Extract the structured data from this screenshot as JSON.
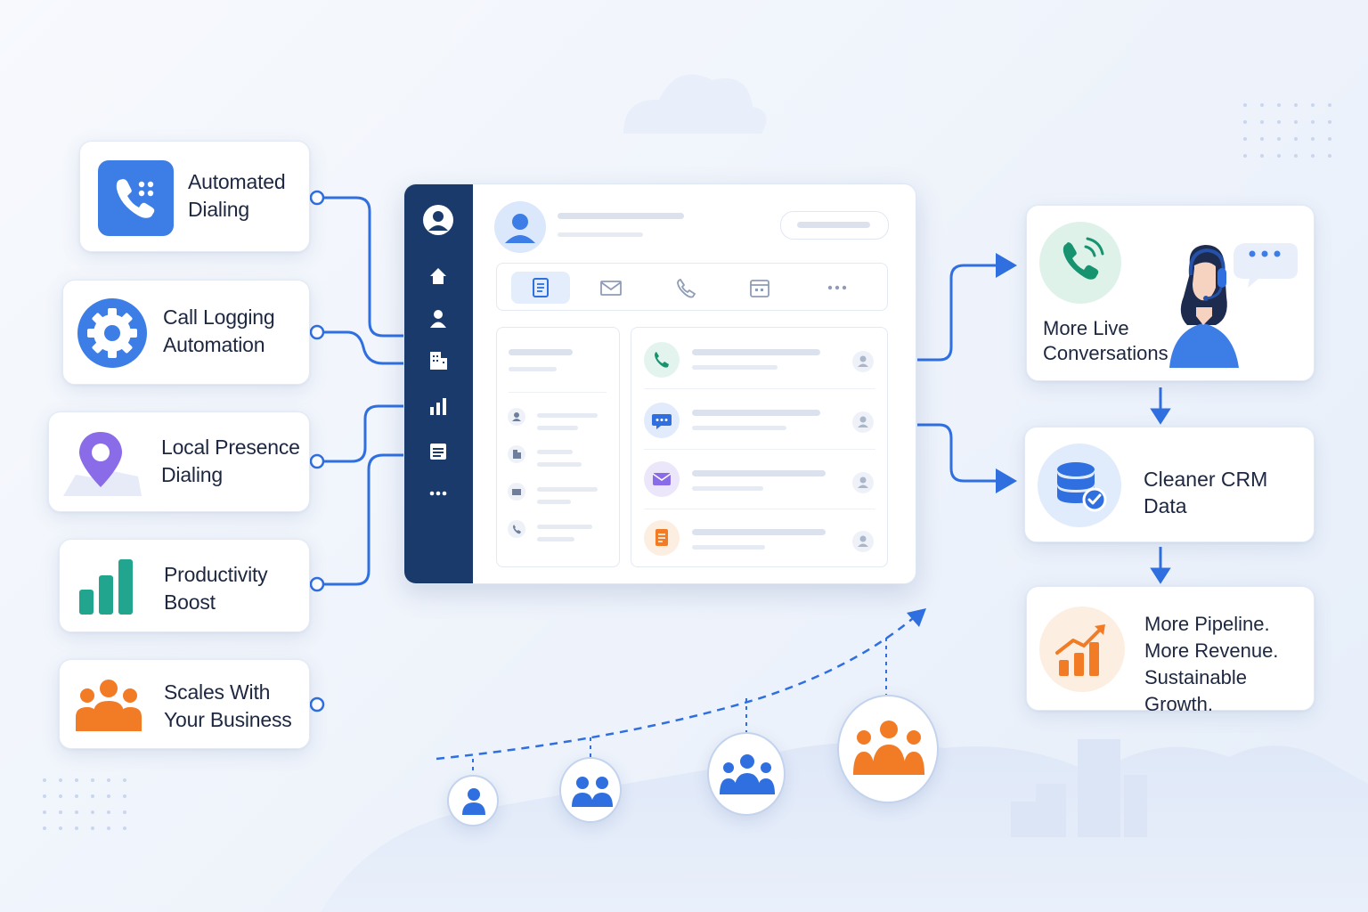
{
  "features": [
    {
      "id": "automated-dialing",
      "title": "Automated\nDialing",
      "icon": "phone-keypad-icon"
    },
    {
      "id": "call-logging",
      "title": "Call Logging\nAutomation",
      "icon": "gear-icon"
    },
    {
      "id": "local-presence",
      "title": "Local Presence\nDialing",
      "icon": "map-pin-icon"
    },
    {
      "id": "productivity",
      "title": "Productivity\nBoost",
      "icon": "bar-chart-icon"
    },
    {
      "id": "scales",
      "title": "Scales With\nYour Business",
      "icon": "group-icon"
    }
  ],
  "outcomes": [
    {
      "id": "live-conversations",
      "title": "More Live\nConversations",
      "icon": "phone-ringing-icon"
    },
    {
      "id": "cleaner-crm",
      "title": "Cleaner CRM\nData",
      "icon": "database-check-icon"
    },
    {
      "id": "pipeline",
      "title": "More Pipeline.\nMore Revenue.\nSustainable Growth.",
      "icon": "trend-up-chart-icon"
    }
  ],
  "crm_window": {
    "sidebar_icons": [
      "avatar-icon",
      "home-icon",
      "person-icon",
      "building-icon",
      "bar-chart-icon",
      "calendar-icon",
      "more-icon"
    ],
    "tabs": [
      "notes-icon",
      "email-icon",
      "phone-icon",
      "calendar-icon",
      "more-icon"
    ],
    "activity_icons": [
      "phone-icon",
      "chat-icon",
      "email-icon",
      "document-icon"
    ]
  },
  "colors": {
    "accent": "#2f6fdf",
    "navy": "#1a3a6b",
    "orange": "#f27b26",
    "teal": "#22a58f",
    "purple": "#8a6be8"
  }
}
